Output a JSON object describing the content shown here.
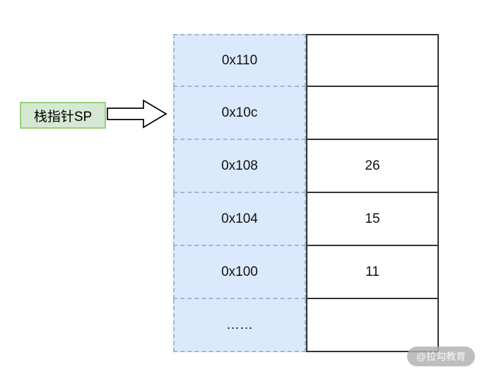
{
  "diagram": {
    "pointer": {
      "label": "栈指针SP"
    },
    "memory_table": {
      "rows": [
        {
          "address": "0x110",
          "value": ""
        },
        {
          "address": "0x10c",
          "value": ""
        },
        {
          "address": "0x108",
          "value": "26"
        },
        {
          "address": "0x104",
          "value": "15"
        },
        {
          "address": "0x100",
          "value": "11"
        },
        {
          "address": "……",
          "value": ""
        }
      ]
    },
    "watermark": "@拉勾教育",
    "colors": {
      "address_cell_fill": "#dbe9fc",
      "address_cell_border": "#a0b6d8",
      "pointer_label_fill": "#d5e8d4",
      "pointer_label_border": "#97d077",
      "value_cell_border": "#333333",
      "arrow_outline": "#000000"
    }
  }
}
